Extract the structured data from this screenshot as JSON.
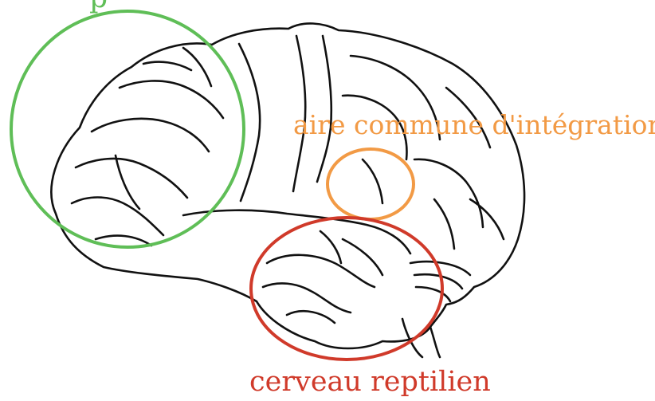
{
  "labels": {
    "top_partial": "p",
    "integration": "aire commune d'intégration",
    "reptilian": "cerveau reptilien"
  },
  "colors": {
    "green": "#5fbe57",
    "orange": "#f29a45",
    "red": "#d03a2a",
    "outline": "#111111"
  },
  "icons": {
    "brain": "brain-line-drawing-icon"
  }
}
